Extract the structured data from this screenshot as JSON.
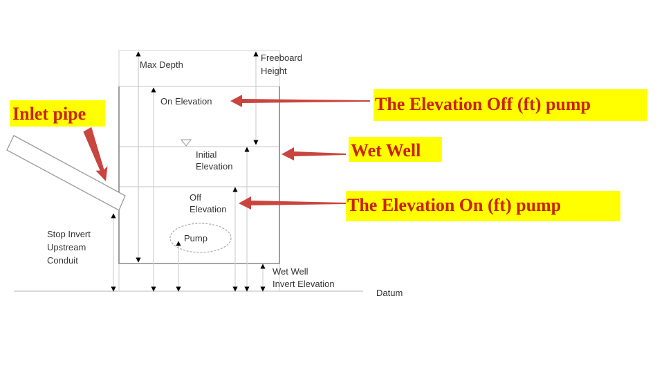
{
  "diagram": {
    "labels": {
      "max_depth": "Max Depth",
      "freeboard_line1": "Freeboard",
      "freeboard_line2": "Height",
      "on_elevation": "On Elevation",
      "initial_line1": "Initial",
      "initial_line2": "Elevation",
      "off_line1": "Off",
      "off_line2": "Elevation",
      "pump": "Pump",
      "stop_invert_line1": "Stop Invert",
      "stop_invert_line2": "Upstream",
      "stop_invert_line3": "Conduit",
      "wet_well_invert_line1": "Wet Well",
      "wet_well_invert_line2": "Invert Elevation",
      "datum": "Datum"
    },
    "callouts": {
      "inlet_pipe": "Inlet pipe",
      "elevation_off": "The Elevation Off (ft) pump",
      "wet_well": "Wet Well",
      "elevation_on": "The Elevation On (ft) pump"
    },
    "colors": {
      "callout_bg": "#ffff00",
      "callout_text": "#cc2200",
      "arrow": "#c9453f",
      "line": "#bbbbbb",
      "well_border": "#888888",
      "label_text": "#333333"
    }
  }
}
